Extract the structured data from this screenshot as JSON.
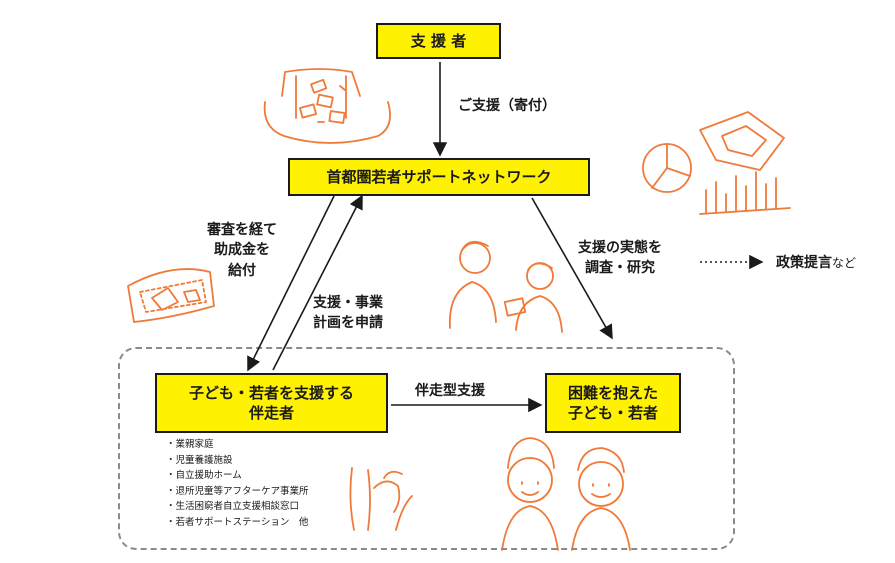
{
  "nodes": {
    "supporters": "支 援 者",
    "network": "首都圏若者サポートネットワーク",
    "companion_line1": "子ども・若者を支援する",
    "companion_line2": "伴走者",
    "target_line1": "困難を抱えた",
    "target_line2": "子ども・若者"
  },
  "edges": {
    "donation": "ご支援（寄付）",
    "grant_line1": "審査を経て",
    "grant_line2": "助成金を",
    "grant_line3": "給付",
    "apply_line1": "支援・事業",
    "apply_line2": "計画を申請",
    "research_line1": "支援の実態を",
    "research_line2": "調査・研究",
    "policy": "政策提言",
    "policy_suffix": "など",
    "accompany": "伴走型支援"
  },
  "examples": [
    "業親家庭",
    "児童養護施設",
    "自立援助ホーム",
    "退所児童等アフターケア事業所",
    "生活困窮者自立支援相談窓口",
    "若者サポートステーション　他"
  ],
  "colors": {
    "box_fill": "#fff200",
    "illustration": "#f07a3a",
    "line": "#1a1a1a",
    "dashed_border": "#8a8a8a"
  },
  "icons": [
    "donation-hands-illustration",
    "chart-illustration",
    "money-envelope-illustration",
    "consultation-people-illustration",
    "holding-hands-illustration",
    "youth-faces-illustration"
  ]
}
